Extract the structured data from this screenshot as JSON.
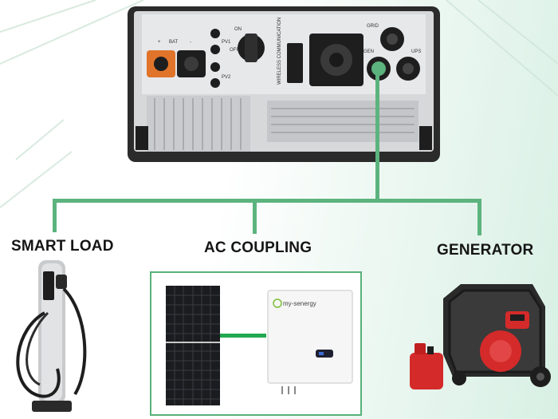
{
  "diagram": {
    "labels": {
      "smart_load": "SMART LOAD",
      "ac_coupling": "AC COUPLING",
      "generator": "GENERATOR"
    },
    "inverter_ports": {
      "bat": "BAT",
      "bat_plus": "+",
      "bat_minus": "-",
      "pv1": "PV1",
      "pv2": "PV2",
      "on": "ON",
      "off": "OFF",
      "grid": "GRID",
      "gen": "GEN",
      "ups": "UPS",
      "comm": "WIRELESS COMMUNICATION"
    },
    "ac_inverter_brand": "my-senergy",
    "colors": {
      "accent_green": "#5cb37e",
      "inverter_frame": "#2b2b2b",
      "generator_red": "#d42a2a"
    }
  }
}
